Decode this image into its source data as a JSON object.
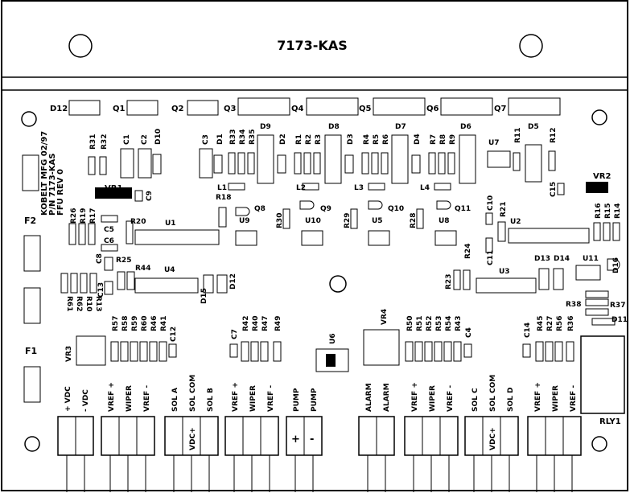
{
  "board": {
    "title": "7173-KAS",
    "notes": [
      "KOBELT MFG 02/97",
      "P/N 7173-KAS",
      "FFU REV 0"
    ]
  },
  "components": {
    "transistors_top": [
      "D12",
      "Q1",
      "Q2",
      "Q3",
      "Q4",
      "Q5",
      "Q6",
      "Q7"
    ],
    "stage_labels": [
      "R31",
      "R32",
      "C1",
      "C2",
      "D10",
      "C3",
      "D1",
      "R33",
      "R34",
      "R35",
      "D9",
      "D2",
      "R1",
      "R2",
      "R3",
      "D8",
      "D3",
      "R4",
      "R5",
      "R6",
      "D7",
      "D4",
      "R7",
      "R8",
      "R9",
      "D6",
      "U7",
      "D5",
      "R11",
      "R12"
    ],
    "middle_labels": [
      "VR1",
      "C9",
      "L1",
      "R18",
      "Q8",
      "L2",
      "Q9",
      "L3",
      "Q10",
      "L4",
      "Q11",
      "U9",
      "U10",
      "U5",
      "U8",
      "R30",
      "R29",
      "R28",
      "C15",
      "VR2",
      "R16",
      "R15",
      "R14",
      "C10",
      "R21",
      "U2",
      "R20",
      "U1",
      "R26",
      "R19",
      "R17",
      "C5",
      "C6",
      "C8",
      "C13",
      "R25",
      "R44",
      "U4",
      "D15",
      "D12",
      "R61",
      "R62",
      "R10",
      "R13",
      "R24",
      "R23",
      "U3",
      "C11",
      "D13",
      "D14",
      "U11",
      "D16",
      "R38",
      "R37",
      "D11"
    ],
    "fuses": [
      "F2",
      "F1"
    ],
    "lower_labels": [
      "VR3",
      "R57",
      "R58",
      "R59",
      "R60",
      "R46",
      "R41",
      "C12",
      "C7",
      "R42",
      "R40",
      "R47",
      "R49",
      "U6",
      "VR4",
      "R50",
      "R51",
      "R52",
      "R53",
      "R54",
      "R43",
      "C4",
      "C14",
      "R45",
      "R27",
      "R56",
      "R36",
      "RLY1"
    ]
  },
  "terminals": [
    {
      "label": "+ VDC"
    },
    {
      "label": "- VDC"
    },
    {
      "label": "VREF +"
    },
    {
      "label": "WIPER"
    },
    {
      "label": "VREF -"
    },
    {
      "label": "SOL A"
    },
    {
      "label": "SOL COM"
    },
    {
      "label": "SOL B"
    },
    {
      "label": "VDC+"
    },
    {
      "label": "VREF +"
    },
    {
      "label": "WIPER"
    },
    {
      "label": "VREF -"
    },
    {
      "label": "PUMP"
    },
    {
      "label": "PUMP"
    },
    {
      "label": "+"
    },
    {
      "label": "-"
    },
    {
      "label": "ALARM"
    },
    {
      "label": "ALARM"
    },
    {
      "label": "VREF +"
    },
    {
      "label": "WIPER"
    },
    {
      "label": "VREF -"
    },
    {
      "label": "SOL C"
    },
    {
      "label": "SOL COM"
    },
    {
      "label": "SOL D"
    },
    {
      "label": "VDC+"
    },
    {
      "label": "VREF +"
    },
    {
      "label": "WIPER"
    },
    {
      "label": "VREF -"
    }
  ]
}
